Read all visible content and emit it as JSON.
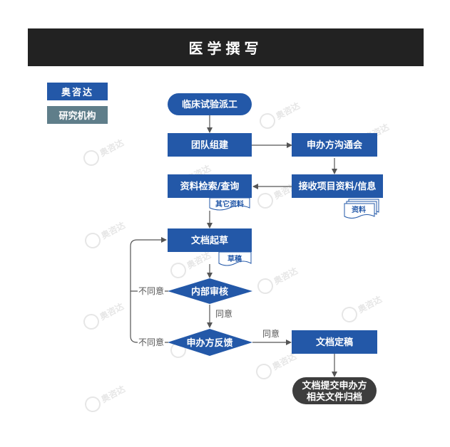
{
  "header": {
    "title": "医学撰写"
  },
  "legend": [
    {
      "label": "奥咨达",
      "color": "#2358a8"
    },
    {
      "label": "研究机构",
      "color": "#5f7e8a"
    }
  ],
  "nodes": {
    "start": "临床试验派工",
    "team": "团队组建",
    "sponsor_comm": "申办方沟通会",
    "search": "资料检索/查询",
    "receive": "接收项目资料/信息",
    "draft": "文档起草",
    "review": "内部审核",
    "feedback": "申办方反馈",
    "final": "文档定稿",
    "end_line1": "文档提交申办方",
    "end_line2": "相关文件归档"
  },
  "documents": {
    "other": "其它资料",
    "materials": "资料",
    "draft": "草稿"
  },
  "edge_labels": {
    "review_reject": "不同意",
    "review_agree": "同意",
    "feedback_reject": "不同意",
    "feedback_agree": "同意"
  },
  "watermark": "奥咨达",
  "colors": {
    "blue": "#2358a8",
    "gray": "#5f7e8a",
    "dark": "#3d3d3d"
  }
}
